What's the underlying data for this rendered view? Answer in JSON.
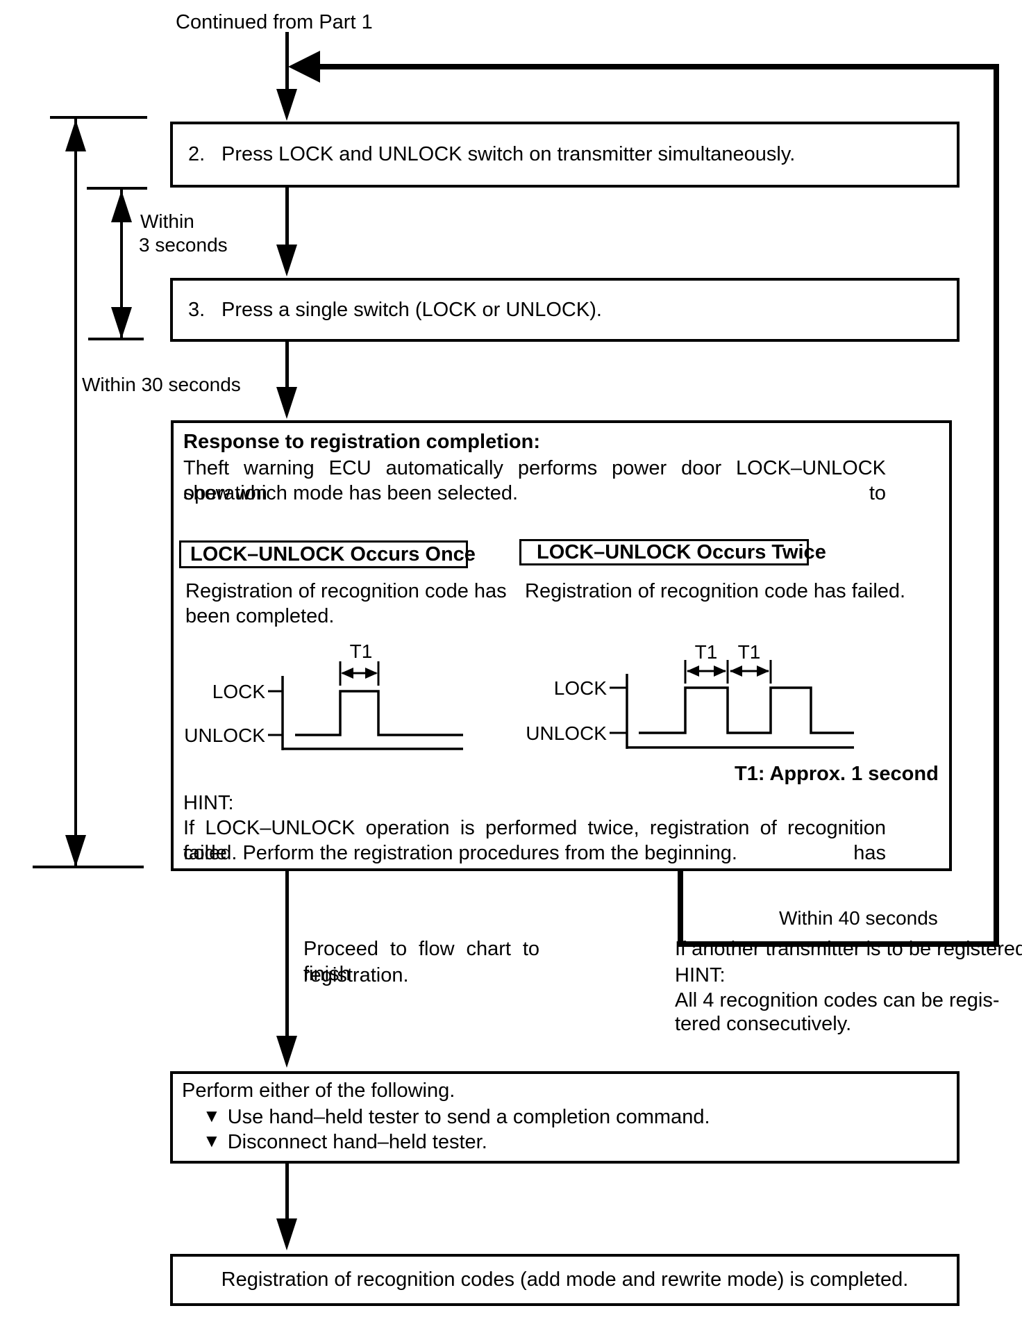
{
  "header": {
    "continued_label": "Continued from Part 1"
  },
  "steps": {
    "step2": {
      "number": "2.",
      "text": "Press LOCK and UNLOCK switch on transmitter simultaneously."
    },
    "step3": {
      "number": "3.",
      "text": "Press a single switch (LOCK or UNLOCK)."
    }
  },
  "timing": {
    "within_3s_line1": "Within",
    "within_3s_line2": "3 seconds",
    "within_30s": "Within 30 seconds",
    "within_40s": "Within 40 seconds"
  },
  "response_box": {
    "title": "Response to registration completion:",
    "body_line1": "Theft warning ECU automatically performs power door LOCK–UNLOCK operation to",
    "body_line2": "show which mode has been selected.",
    "once": {
      "label": "LOCK–UNLOCK Occurs Once",
      "desc_line1": "Registration of recognition code has",
      "desc_line2": "been completed."
    },
    "twice": {
      "label": "LOCK–UNLOCK Occurs Twice",
      "desc": "Registration of recognition code has failed."
    },
    "waveforms": {
      "lock_label": "LOCK",
      "unlock_label": "UNLOCK",
      "t1_label": "T1"
    },
    "t1_note": "T1: Approx. 1 second",
    "hint_title": "HINT:",
    "hint_line1": "If LOCK–UNLOCK operation is performed twice, registration of recognition code has",
    "hint_line2": "failed. Perform the registration procedures from the beginning."
  },
  "branches": {
    "left_line1": "Proceed to flow chart to finish",
    "left_line2": "registration.",
    "right_line1": "If another transmitter is to be registered.",
    "right_hint_title": "HINT:",
    "right_hint_line1": "All 4 recognition codes can be regis-",
    "right_hint_line2": "tered consecutively."
  },
  "perform_box": {
    "intro": "Perform either of the following.",
    "bullet_icon": "▼",
    "option1": "Use hand–held tester to send a completion command.",
    "option2": "Disconnect hand–held tester."
  },
  "final_box": {
    "text": "Registration of recognition codes (add mode and rewrite mode) is completed."
  },
  "colors": {
    "ink": "#000000",
    "paper": "#ffffff"
  }
}
